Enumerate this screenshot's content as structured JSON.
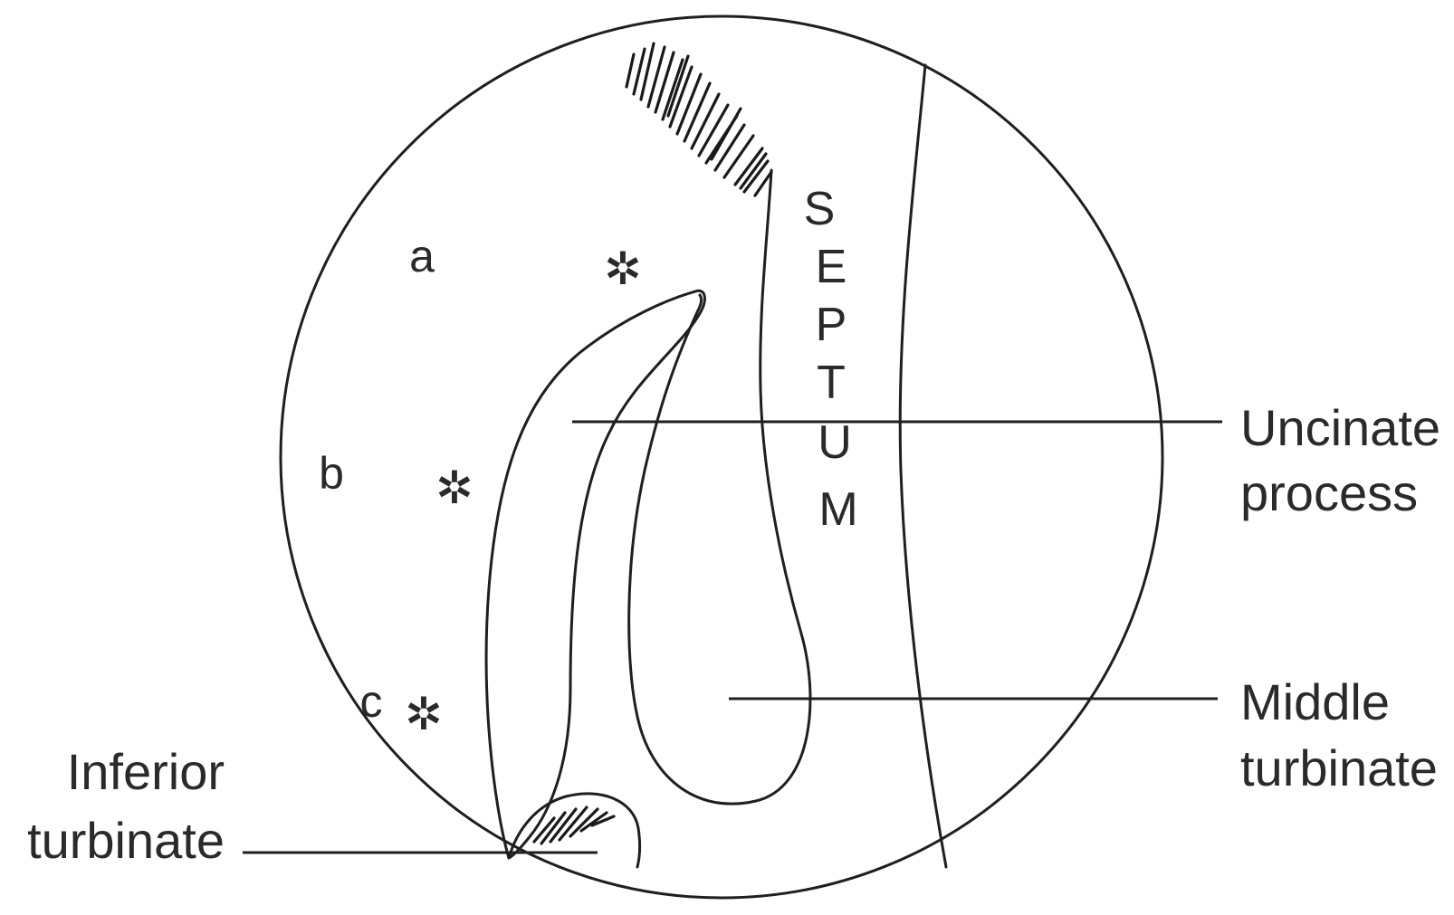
{
  "labels": {
    "septum": [
      "S",
      "E",
      "P",
      "T",
      "U",
      "M"
    ],
    "uncinate": [
      "Uncinate",
      "process"
    ],
    "middle": [
      "Middle",
      "turbinate"
    ],
    "inferior": [
      "Inferior",
      "turbinate"
    ],
    "region_a": "a",
    "region_b": "b",
    "region_c": "c"
  },
  "markers": {
    "asterisk": "✲"
  },
  "colors": {
    "ink": "#1f1f1f",
    "background": "#ffffff"
  }
}
